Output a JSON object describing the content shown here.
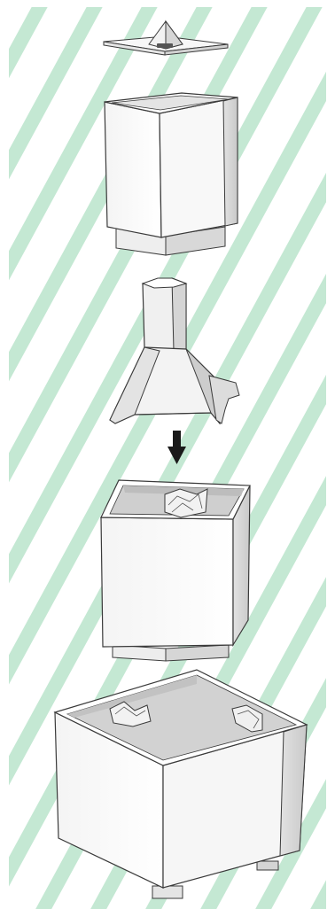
{
  "colors": {
    "stripe": "#c4e8d3",
    "background": "#ffffff",
    "part_face_light": "#fbfbfb",
    "part_face_mid": "#ececec",
    "part_face_dark": "#cfcfcf",
    "outline": "#3a3a3a",
    "arrow": "#1a1a1a"
  },
  "parts": [
    {
      "name": "cap-plate",
      "icon": "lid-with-cone"
    },
    {
      "name": "upper-module",
      "icon": "square-sleeve"
    },
    {
      "name": "funnel-stand",
      "icon": "funnel-with-legs"
    },
    {
      "name": "middle-module",
      "icon": "open-box-with-clip"
    },
    {
      "name": "base-container",
      "icon": "open-box-with-two-clips"
    }
  ],
  "assembly_arrow": {
    "icon": "arrow-down-icon",
    "direction": "down"
  }
}
